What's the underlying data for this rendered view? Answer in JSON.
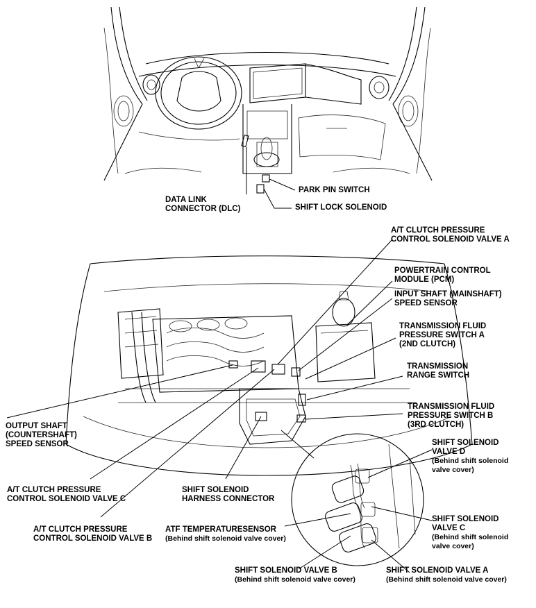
{
  "labels": {
    "park_pin_switch": "PARK PIN SWITCH",
    "dlc_l1": "DATA LINK",
    "dlc_l2": "CONNECTOR (DLC)",
    "shift_lock_solenoid": "SHIFT LOCK SOLENOID",
    "atc_a_l1": "A/T CLUTCH PRESSURE",
    "atc_a_l2": "CONTROL SOLENOID VALVE A",
    "pcm_l1": "POWERTRAIN CONTROL",
    "pcm_l2": "MODULE (PCM)",
    "input_l1": "INPUT SHAFT (MAINSHAFT)",
    "input_l2": "SPEED SENSOR",
    "tfps_a_l1": "TRANSMISSION FLUID",
    "tfps_a_l2": "PRESSURE SWITCH A",
    "tfps_a_l3": "(2ND CLUTCH)",
    "trs_l1": "TRANSMISSION",
    "trs_l2": "RANGE SWITCH",
    "tfps_b_l1": "TRANSMISSION FLUID",
    "tfps_b_l2": "PRESSURE SWITCH B",
    "tfps_b_l3": "(3RD CLUTCH)",
    "oss_l1": "OUTPUT SHAFT",
    "oss_l2": "(COUNTERSHAFT)",
    "oss_l3": "SPEED SENSOR",
    "ssd_l1": "SHIFT SOLENOID",
    "ssd_l2": "VALVE D",
    "ssd_l3": "(Behind shift solenoid",
    "ssd_l4": "valve cover)",
    "atc_c_l1": "A/T CLUTCH PRESSURE",
    "atc_c_l2": "CONTROL SOLENOID VALVE C",
    "shc_l1": "SHIFT SOLENOID",
    "shc_l2": "HARNESS CONNECTOR",
    "atc_b_l1": "A/T CLUTCH PRESSURE",
    "atc_b_l2": "CONTROL SOLENOID VALVE B",
    "atf_l1": "ATF TEMPERATURESENSOR",
    "atf_l2": "(Behind shift solenoid valve cover)",
    "ssc_l1": "SHIFT SOLENOID",
    "ssc_l2": "VALVE C",
    "ssc_l3": "(Behind shift solenoid",
    "ssc_l4": "valve cover)",
    "ssb_l1": "SHIFT SOLENOID VALVE B",
    "ssb_l2": "(Behind shift solenoid valve cover)",
    "ssa_l1": "SHIFT SOLENOID VALVE A",
    "ssa_l2": "(Behind shift solenoid valve cover)"
  }
}
